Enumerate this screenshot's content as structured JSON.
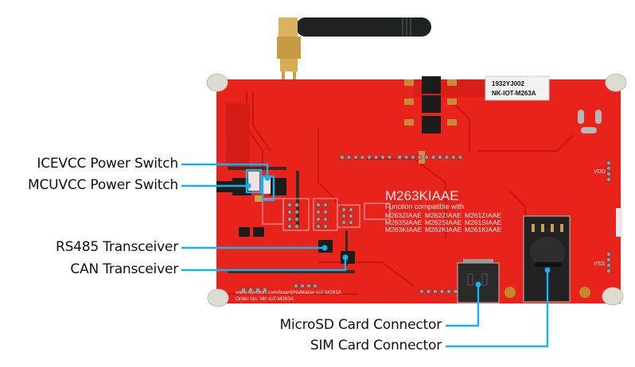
{
  "title": "NuMaker-IoT-M263A board (bottom side) annotated diagram",
  "colors": {
    "pcb": "#e8231c",
    "pcb_dark": "#c61812",
    "callout": "#1ab0f0",
    "label_text": "#111111",
    "silkscreen": "#f4e8e6",
    "standoff": "#dcdcd0",
    "connector": "#2a2a2a",
    "antenna": "#1e2322",
    "brass": "#d2a650"
  },
  "callouts": [
    {
      "id": "icevcc",
      "label": "ICEVCC Power Switch"
    },
    {
      "id": "mcuvcc",
      "label": "MCUVCC Power Switch"
    },
    {
      "id": "rs485",
      "label": "RS485 Transceiver"
    },
    {
      "id": "can",
      "label": "CAN Transceiver"
    },
    {
      "id": "microsd",
      "label": "MicroSD Card Connector"
    },
    {
      "id": "sim",
      "label": "SIM Card Connector"
    }
  ],
  "board": {
    "sticker_line1": "1932YJ002",
    "sticker_line2": "NK-IOT-M263A",
    "chip_name": "M263KIAAE",
    "compat_heading": "Function compatible with",
    "compat_parts": [
      [
        "M263ZIAAE",
        "M262ZIAAE",
        "M261ZIAAE"
      ],
      [
        "M263SIAAE",
        "M262SIAAE",
        "M261SIAAE"
      ],
      [
        "M263KIAAE",
        "M262KIAAE",
        "M261KIAAE"
      ]
    ],
    "url_line": "www.nuvoton.com/board/NuMaker-IoT-M263A",
    "order_line": "Order No. NK-IoT-M263A",
    "vdd_label": "VDD",
    "vss_label": "VSS"
  }
}
